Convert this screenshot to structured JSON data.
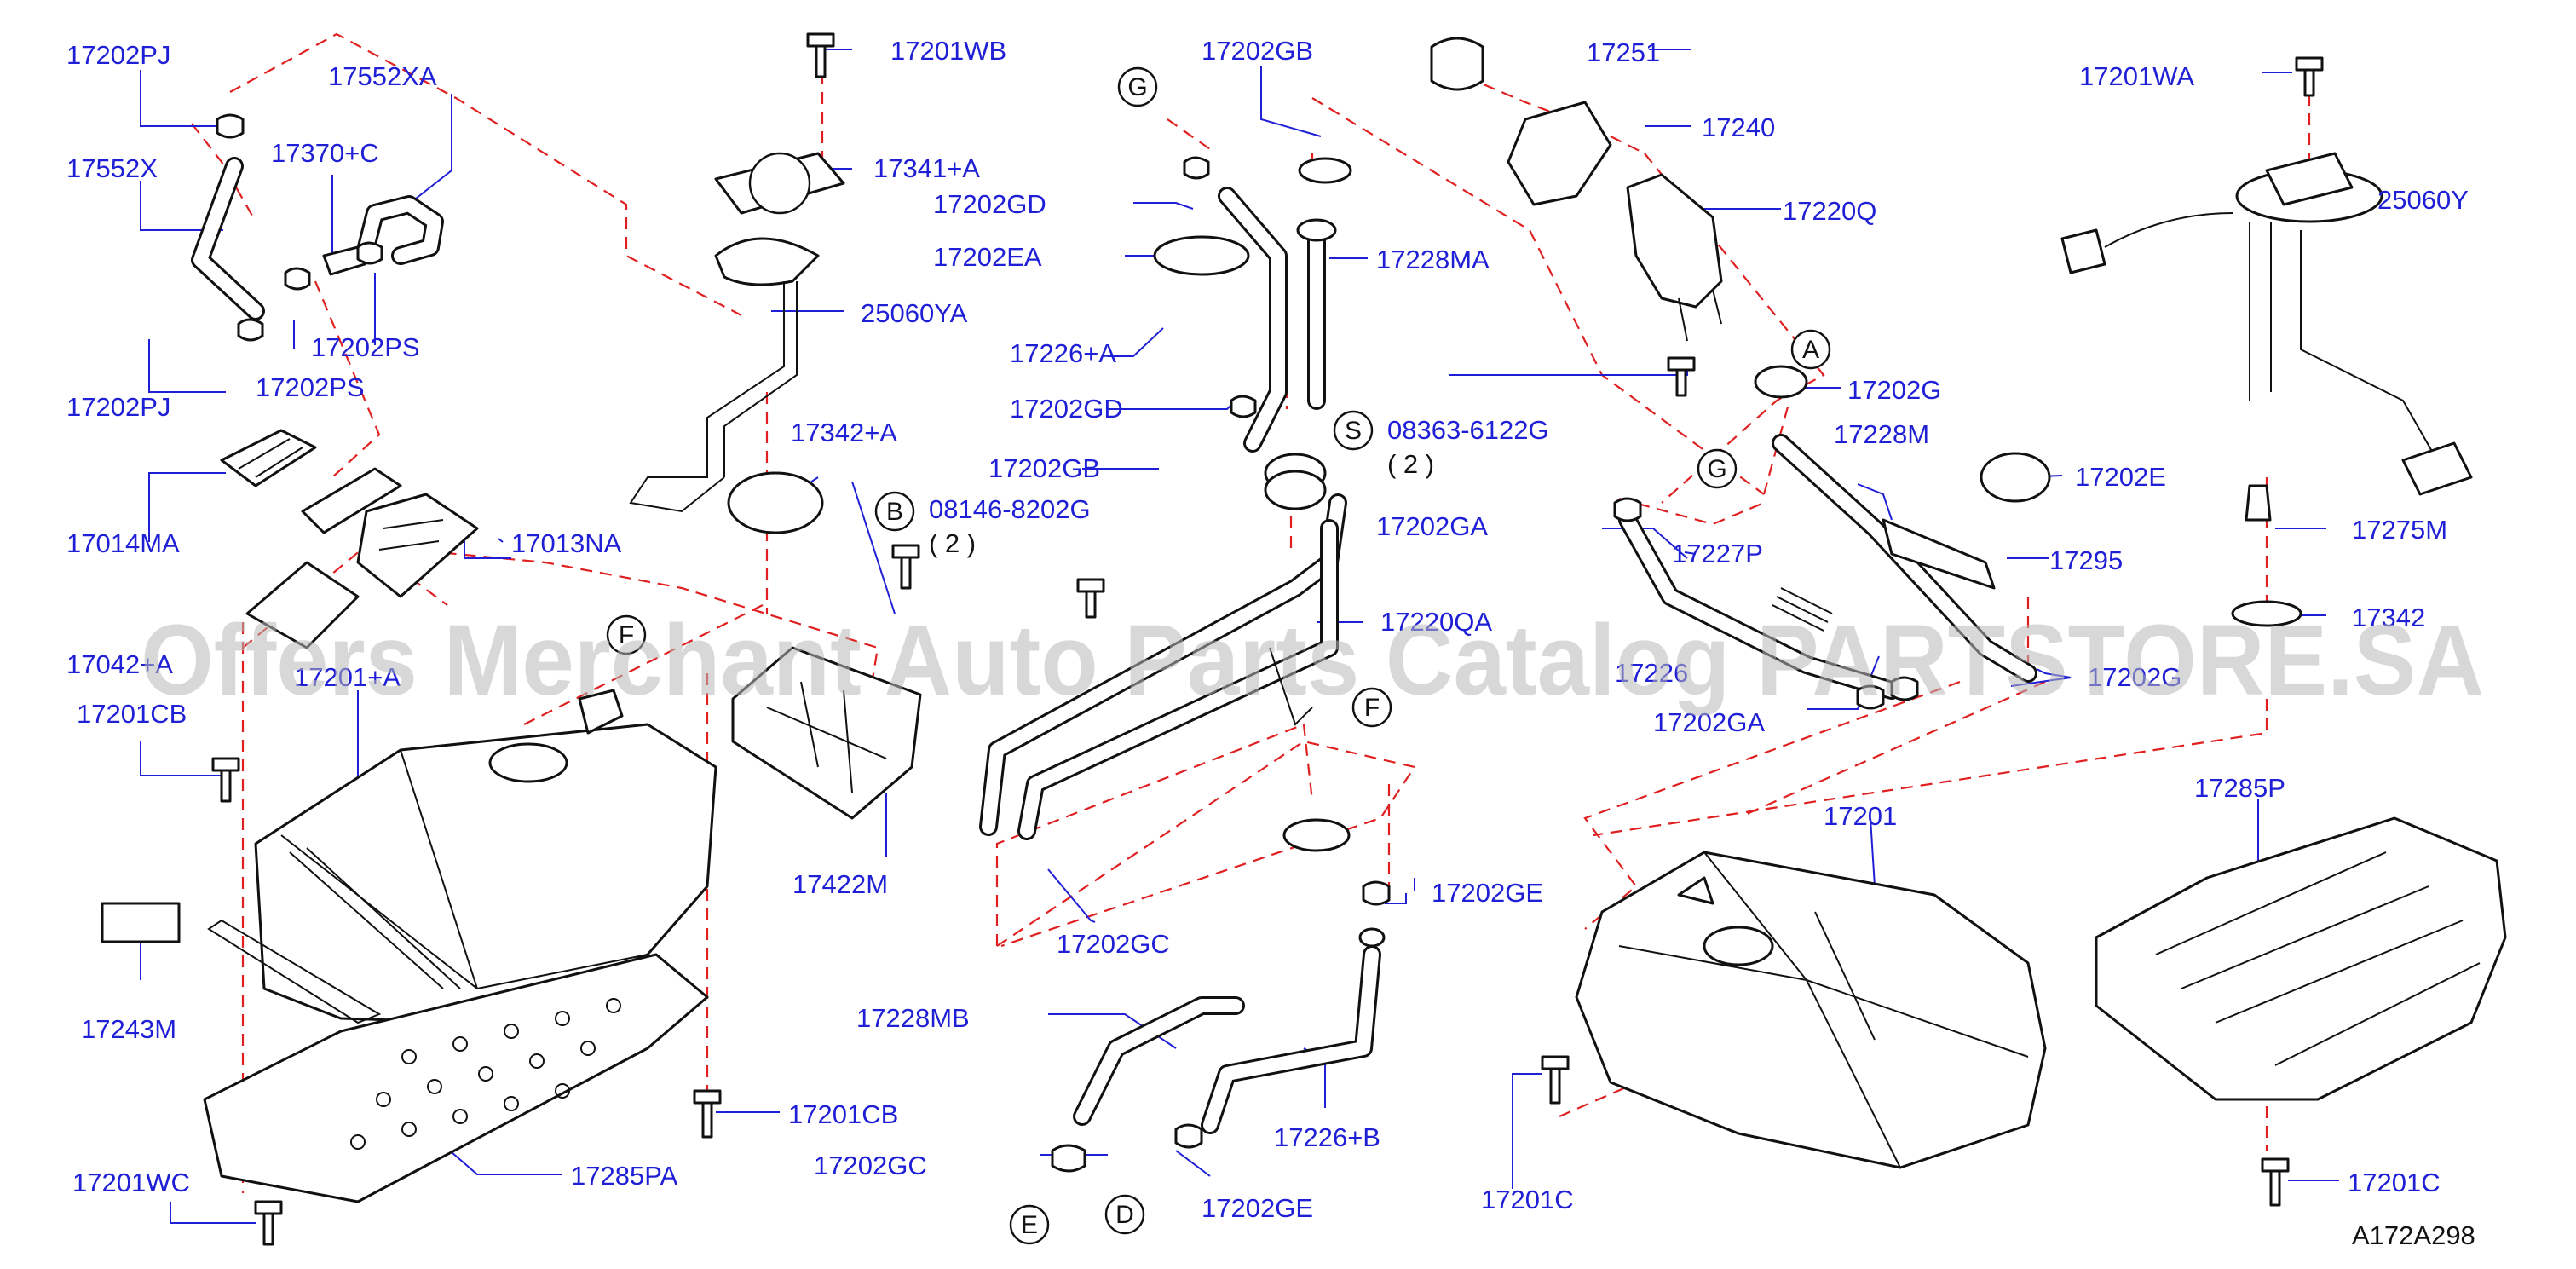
{
  "diagram_code": "A172A298",
  "watermark": "Offers Merchant Auto Parts Catalog PARTSTORE.SA",
  "part_labels": [
    "17202PJ",
    "17552XA",
    "17552X",
    "17370+C",
    "17202PJ",
    "17202PS",
    "17202PS",
    "17201WB",
    "17341+A",
    "25060YA",
    "17342+A",
    "17014MA",
    "17013NA",
    "17042+A",
    "17201+A",
    "17201CB",
    "17243M",
    "17422M",
    "17201CB",
    "17201WC",
    "17285PA",
    "17202GB",
    "17202GD",
    "17202EA",
    "17228MA",
    "17226+A",
    "17202GD",
    "17202GB",
    "17220QA",
    "17202GC",
    "17202GE",
    "17228MB",
    "17226+B",
    "17202GC",
    "17202GE",
    "17251",
    "17240",
    "17220Q",
    "17202G",
    "17228M",
    "17202E",
    "17295",
    "17202GA",
    "17227P",
    "17226",
    "17202GA",
    "17202G",
    "17201",
    "17201C",
    "17201WA",
    "25060Y",
    "17275M",
    "17342",
    "17285P",
    "17201C"
  ],
  "bolt_labels": [
    {
      "letter": "B",
      "part": "08146-8202G",
      "qty": "( 2 )"
    },
    {
      "letter": "S",
      "part": "08363-6122G",
      "qty": "( 2 )"
    }
  ],
  "ref_letters": [
    "G",
    "G",
    "A",
    "F",
    "F",
    "E",
    "D",
    "B",
    "S"
  ]
}
